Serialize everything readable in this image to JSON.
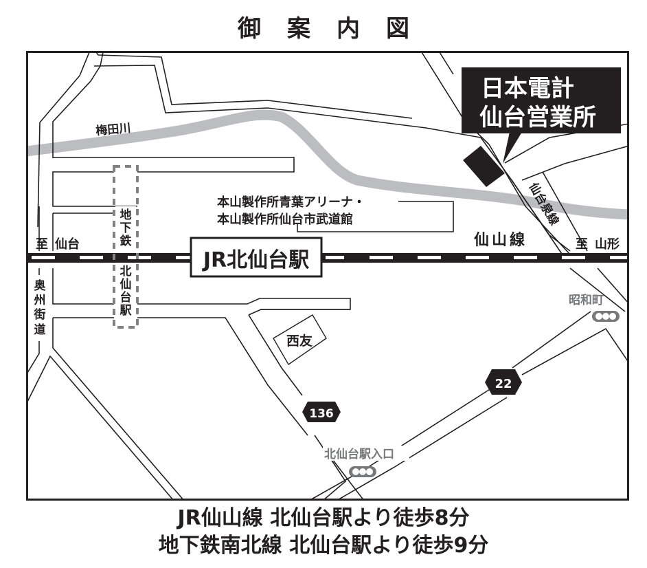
{
  "title": "御案内図",
  "title_chars": [
    "御",
    "案",
    "内",
    "図"
  ],
  "office": {
    "line1": "日本電計",
    "line2": "仙台営業所"
  },
  "labels": {
    "river": "梅田川",
    "venue_line1": "本山製作所青葉アリーナ・",
    "venue_line2": "本山製作所仙台市武道館",
    "jr_station": "JR北仙台駅",
    "to_sendai_to": "至",
    "to_sendai": "仙台",
    "to_yamagata_to": "至",
    "to_yamagata": "山形",
    "senzan_line": "仙山線",
    "senzan_chars": [
      "仙",
      "山",
      "線"
    ],
    "izumi_line": "仙台泉線",
    "izumi_chars": [
      "仙",
      "台",
      "泉",
      "線"
    ],
    "subway_upper": [
      "地",
      "下",
      "鉄"
    ],
    "subway_lower": [
      "北",
      "仙",
      "台",
      "駅"
    ],
    "oshu_kaido": [
      "奥",
      "州",
      "街",
      "道"
    ],
    "nishitomo": "西友",
    "showamachi": "昭和町",
    "kitasendai_entrance": "北仙台駅入口",
    "route_136": "136",
    "route_22": "22"
  },
  "colors": {
    "ink": "#231f20",
    "river": "#bcbdc0",
    "signal": "#77787b",
    "subway": "#808285",
    "white": "#ffffff"
  },
  "footer": {
    "line1": "JR仙山線 北仙台駅より徒歩8分",
    "line2": "地下鉄南北線 北仙台駅より徒歩9分"
  }
}
